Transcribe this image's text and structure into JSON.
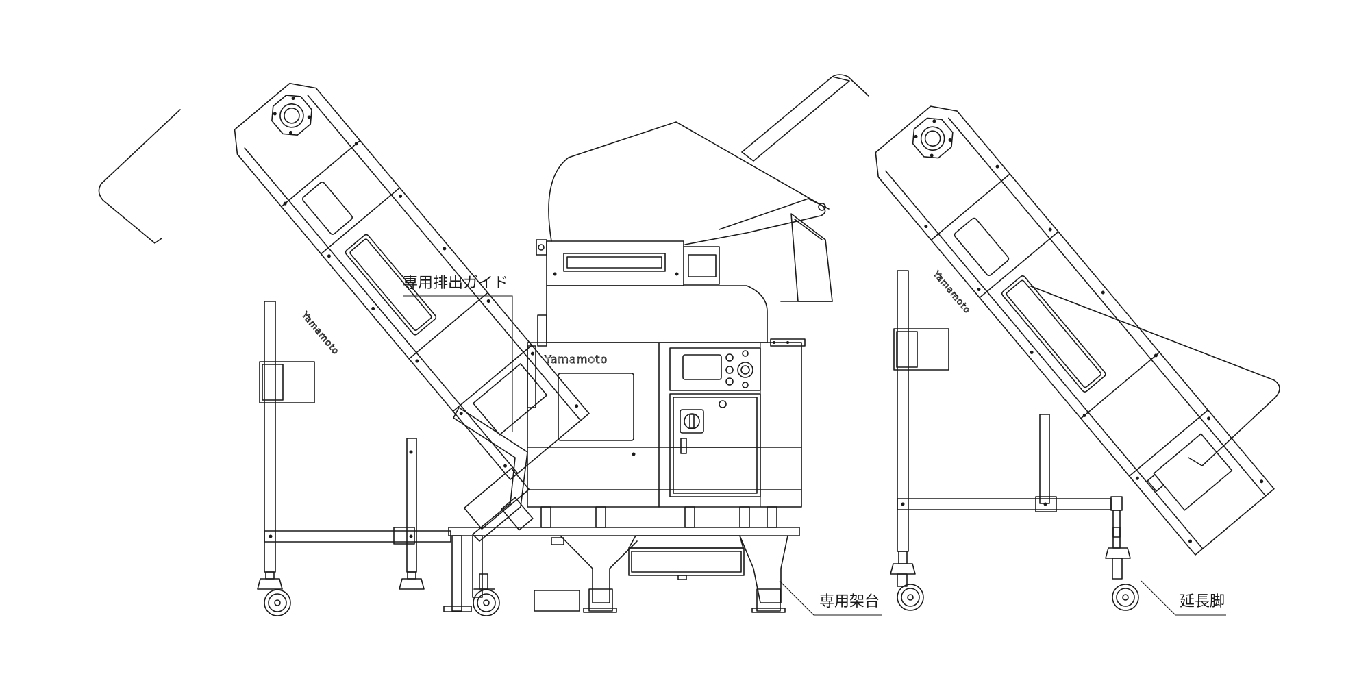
{
  "callouts": {
    "discharge_guide": "専用排出ガイド",
    "dedicated_stand": "専用架台",
    "extension_legs": "延長脚"
  },
  "brand": {
    "left_conveyor": "Yamamoto",
    "main_unit": "Yamamoto",
    "right_conveyor": "Yamamoto"
  }
}
